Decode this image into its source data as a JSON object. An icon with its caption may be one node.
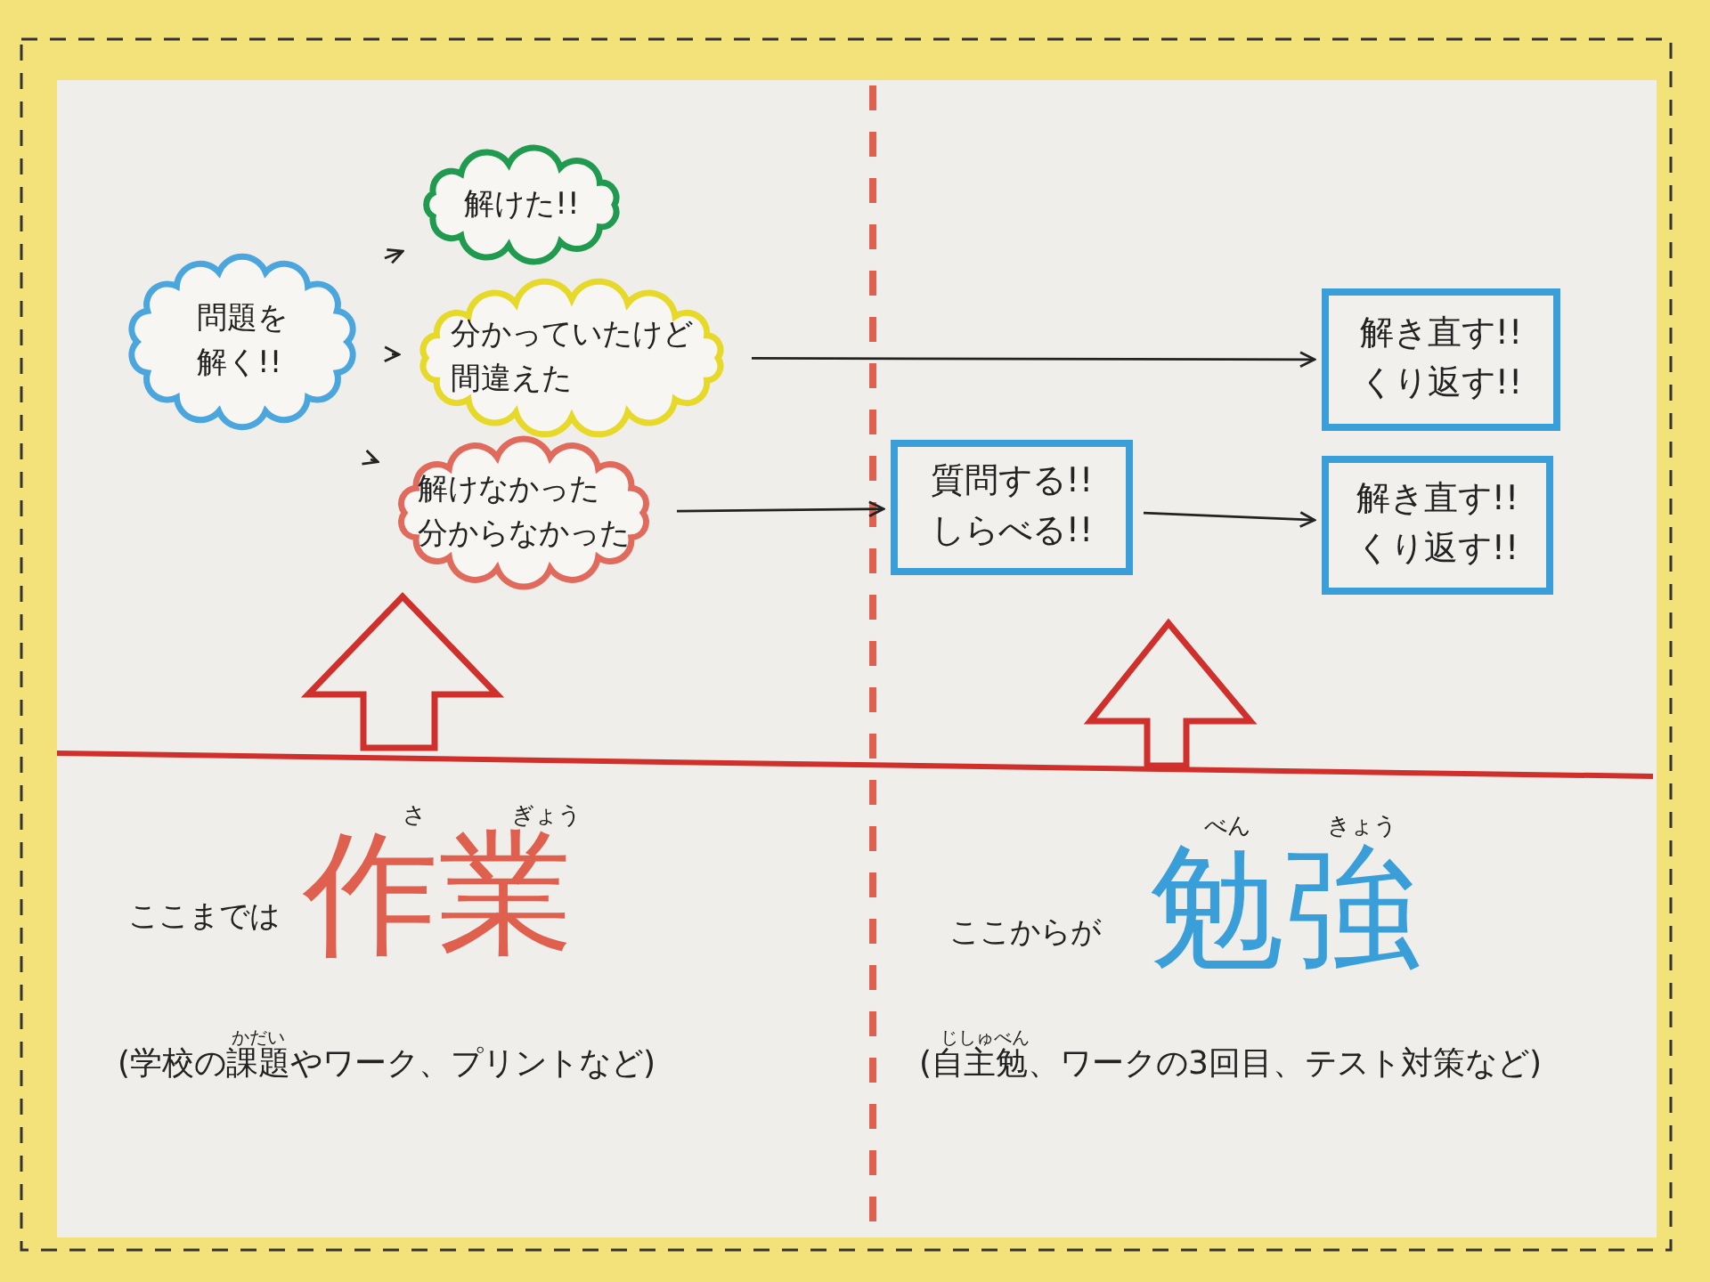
{
  "diagram": {
    "nodes": [
      {
        "text": [
          "問題を解く!!"
        ]
      },
      {
        "text": [
          "解けた!!"
        ]
      },
      {
        "text": [
          "分かっていたけど間違えた"
        ]
      },
      {
        "text": [
          "解けなかった分からなかった"
        ]
      },
      {
        "text": [
          "質問する!!しらべる!!"
        ]
      },
      {
        "text": [
          "解き直す!!くり返す!!"
        ]
      },
      {
        "text": [
          "解き直す!!くり返す!!"
        ]
      }
    ],
    "edges": [
      {
        "from": null,
        "to": 1,
        "arrow": "to"
      },
      {
        "from": null,
        "to": 2,
        "arrow": "to"
      },
      {
        "from": null,
        "to": 3,
        "arrow": "to"
      },
      {
        "from": 2,
        "to": 5,
        "arrow": "to"
      },
      {
        "from": 3,
        "to": 4,
        "arrow": "to"
      },
      {
        "from": 4,
        "to": 6,
        "arrow": "to"
      }
    ],
    "labels": [
      "さ",
      "ぎょう",
      "ここまでは",
      "作業",
      "かだい",
      "(学校の課題やワーク、プリントなど)",
      "べん",
      "きょう",
      "ここからが",
      "勉強",
      "じしゅべん",
      "(自主勉、ワークの3回目、テスト対策など)"
    ]
  }
}
